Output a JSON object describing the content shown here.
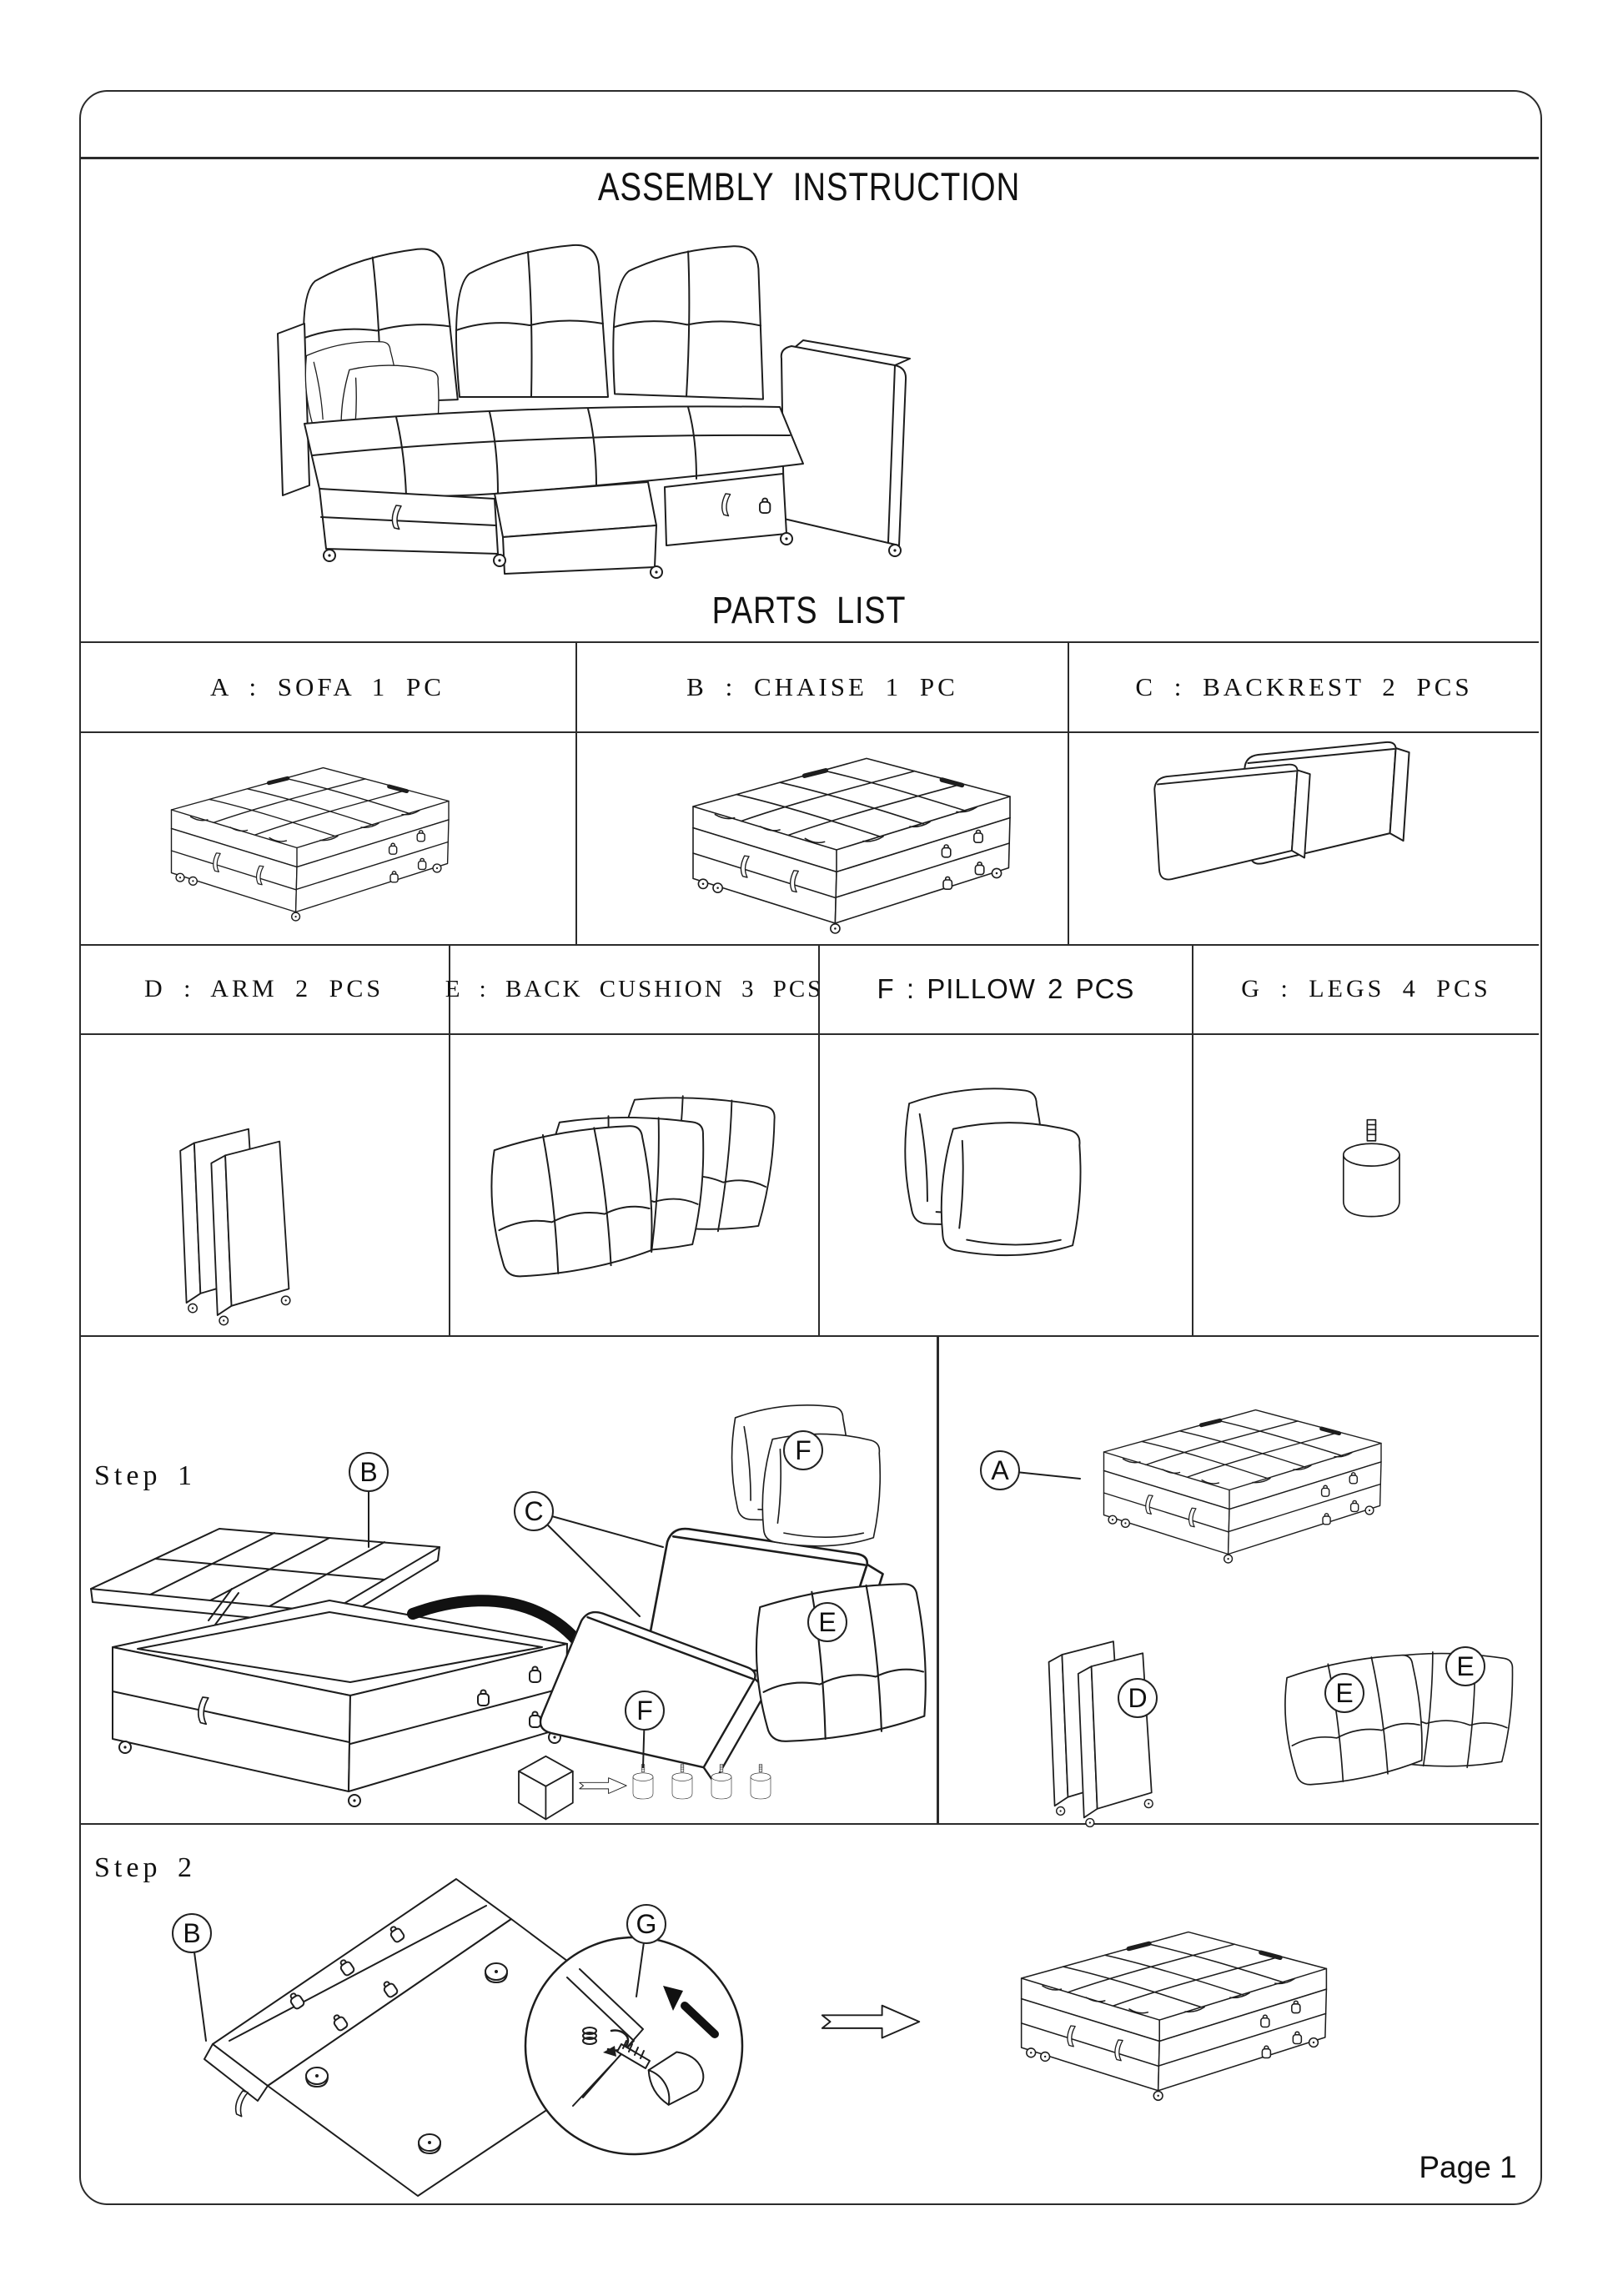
{
  "colors": {
    "line": "#1d1d1d",
    "text": "#111111",
    "paper": "#ffffff",
    "border": "#2b2b2b"
  },
  "header": {
    "title": "ASSEMBLY  INSTRUCTION"
  },
  "parts_list": {
    "title": "PARTS  LIST",
    "row1": [
      {
        "label": "A : SOFA 1 PC"
      },
      {
        "label": "B : CHAISE 1 PC"
      },
      {
        "label": "C : BACKREST 2 PCS"
      }
    ],
    "row2": [
      {
        "label": "D : ARM 2 PCS"
      },
      {
        "label": "E : BACK CUSHION 3 PCS"
      },
      {
        "label": "F : PILLOW 2 PCS"
      },
      {
        "label": "G : LEGS 4 PCS"
      }
    ]
  },
  "step1": {
    "label": "Step 1",
    "callouts": {
      "b": "B",
      "c": "C",
      "f_pillows": "F",
      "e_cushion": "E",
      "f_legs": "F",
      "a": "A",
      "d": "D",
      "e_left": "E",
      "e_right": "E"
    }
  },
  "step2": {
    "label": "Step 2",
    "callouts": {
      "b": "B",
      "g": "G"
    }
  },
  "footer": {
    "page_number": "Page 1"
  }
}
